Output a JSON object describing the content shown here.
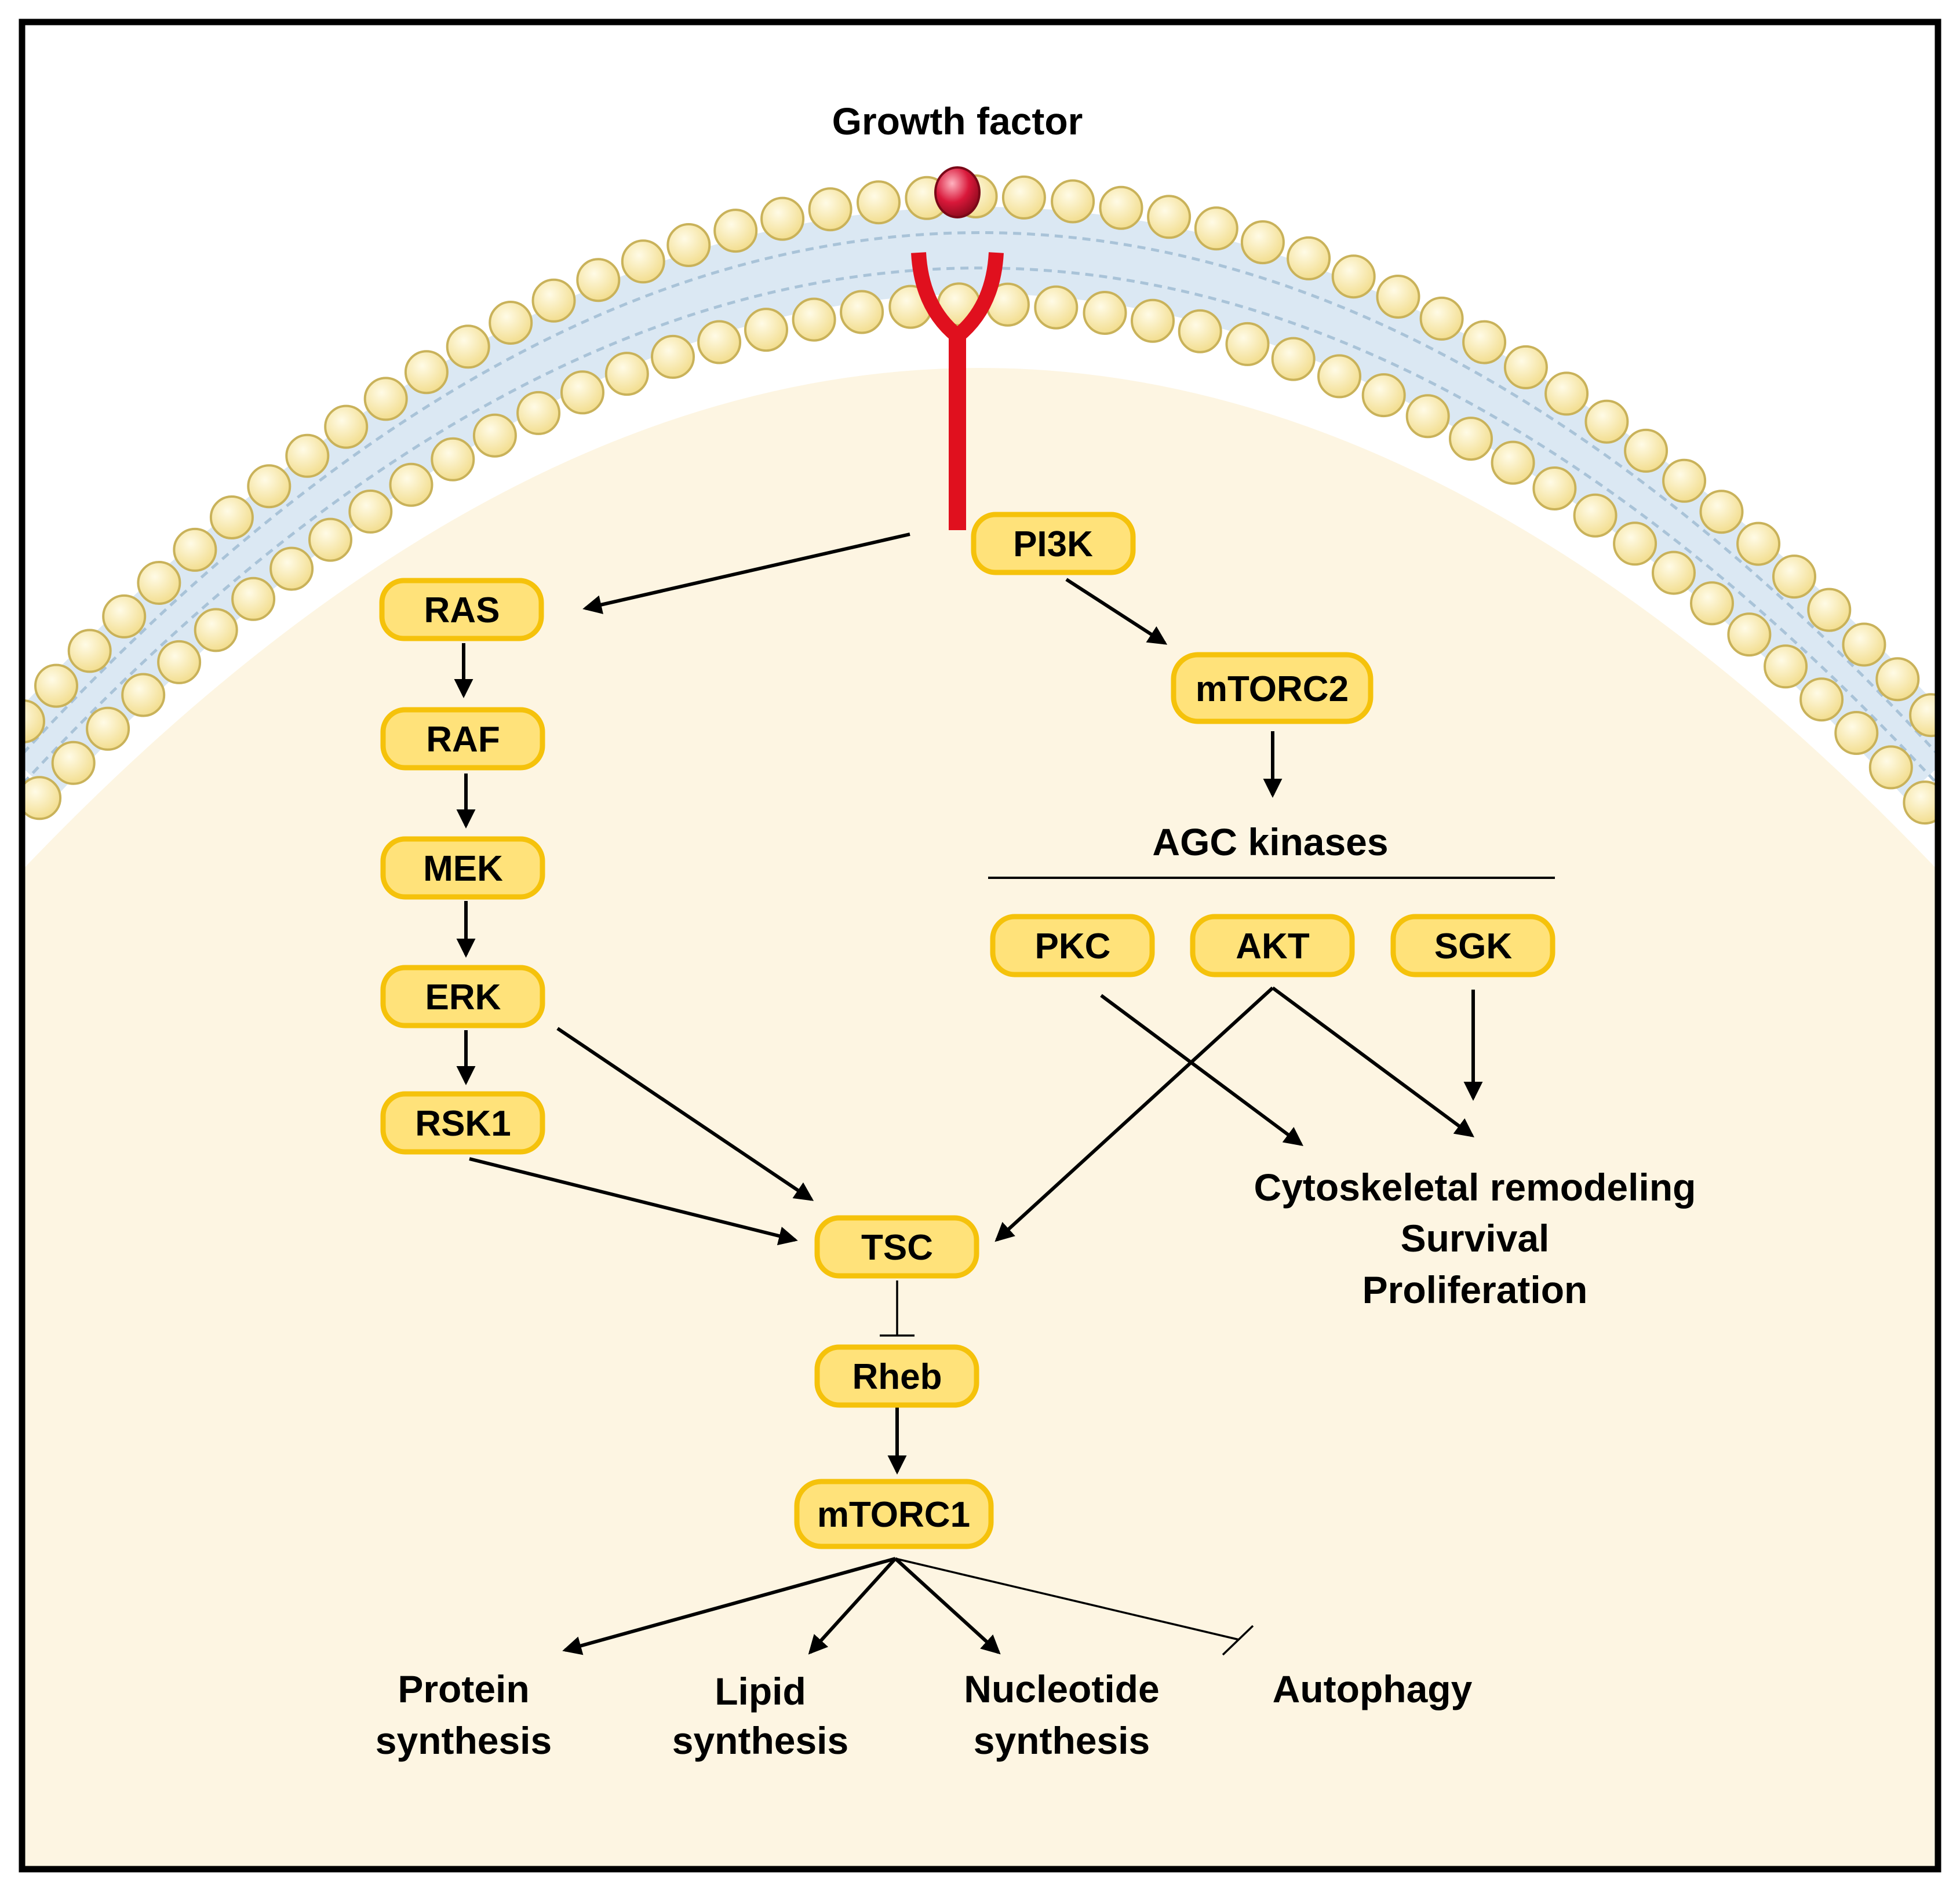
{
  "stimulus": {
    "label": "Growth factor"
  },
  "nodes": {
    "pi3k": "PI3K",
    "ras": "RAS",
    "raf": "RAF",
    "mek": "MEK",
    "erk": "ERK",
    "rsk1": "RSK1",
    "mtorc2": "mTORC2",
    "pkc": "PKC",
    "akt": "AKT",
    "sgk": "SGK",
    "tsc": "TSC",
    "rheb": "Rheb",
    "mtorc1": "mTORC1"
  },
  "group": {
    "label": "AGC kinases"
  },
  "outcomes": {
    "agc": [
      "Cytoskeletal remodeling",
      "Survival",
      "Proliferation"
    ],
    "protein": [
      "Protein",
      "synthesis"
    ],
    "lipid": [
      "Lipid",
      "synthesis"
    ],
    "nucleotide": [
      "Nucleotide",
      "synthesis"
    ],
    "autophagy": "Autophagy"
  },
  "colors": {
    "node_fill": "#ffe27a",
    "node_border": "#f5c20b",
    "cytoplasm": "#fdf5e2",
    "receptor": "#e0101e",
    "ligand": "#d9183a",
    "lipid_head": "#fbeaa3",
    "lipid_head_border": "#c9b25a",
    "membrane_tails": "#dbe8f3"
  }
}
